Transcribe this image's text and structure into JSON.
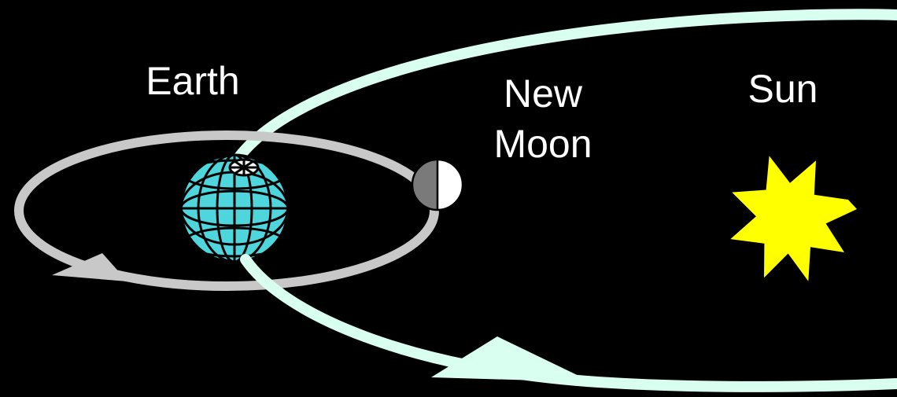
{
  "labels": {
    "earth": "Earth",
    "new_line1": "New",
    "new_line2": "Moon",
    "sun": "Sun"
  },
  "colors": {
    "background": "#000000",
    "earth_orbit_path": "#d9fff0",
    "moon_orbit_path": "#c8c8c8",
    "earth_ocean": "#4fd6dc",
    "earth_grid": "#000000",
    "moon_dark_side": "#7a7a7a",
    "moon_lit_side": "#ffffff",
    "sun": "#ffff00",
    "label_text": "#ffffff"
  },
  "icons": {
    "earth": "earth-globe-icon",
    "moon": "half-lit-moon-icon",
    "sun": "sun-star-icon",
    "earth_orbit_arrow": "triangle-arrow-icon",
    "moon_orbit_arrow": "triangle-arrow-icon"
  }
}
